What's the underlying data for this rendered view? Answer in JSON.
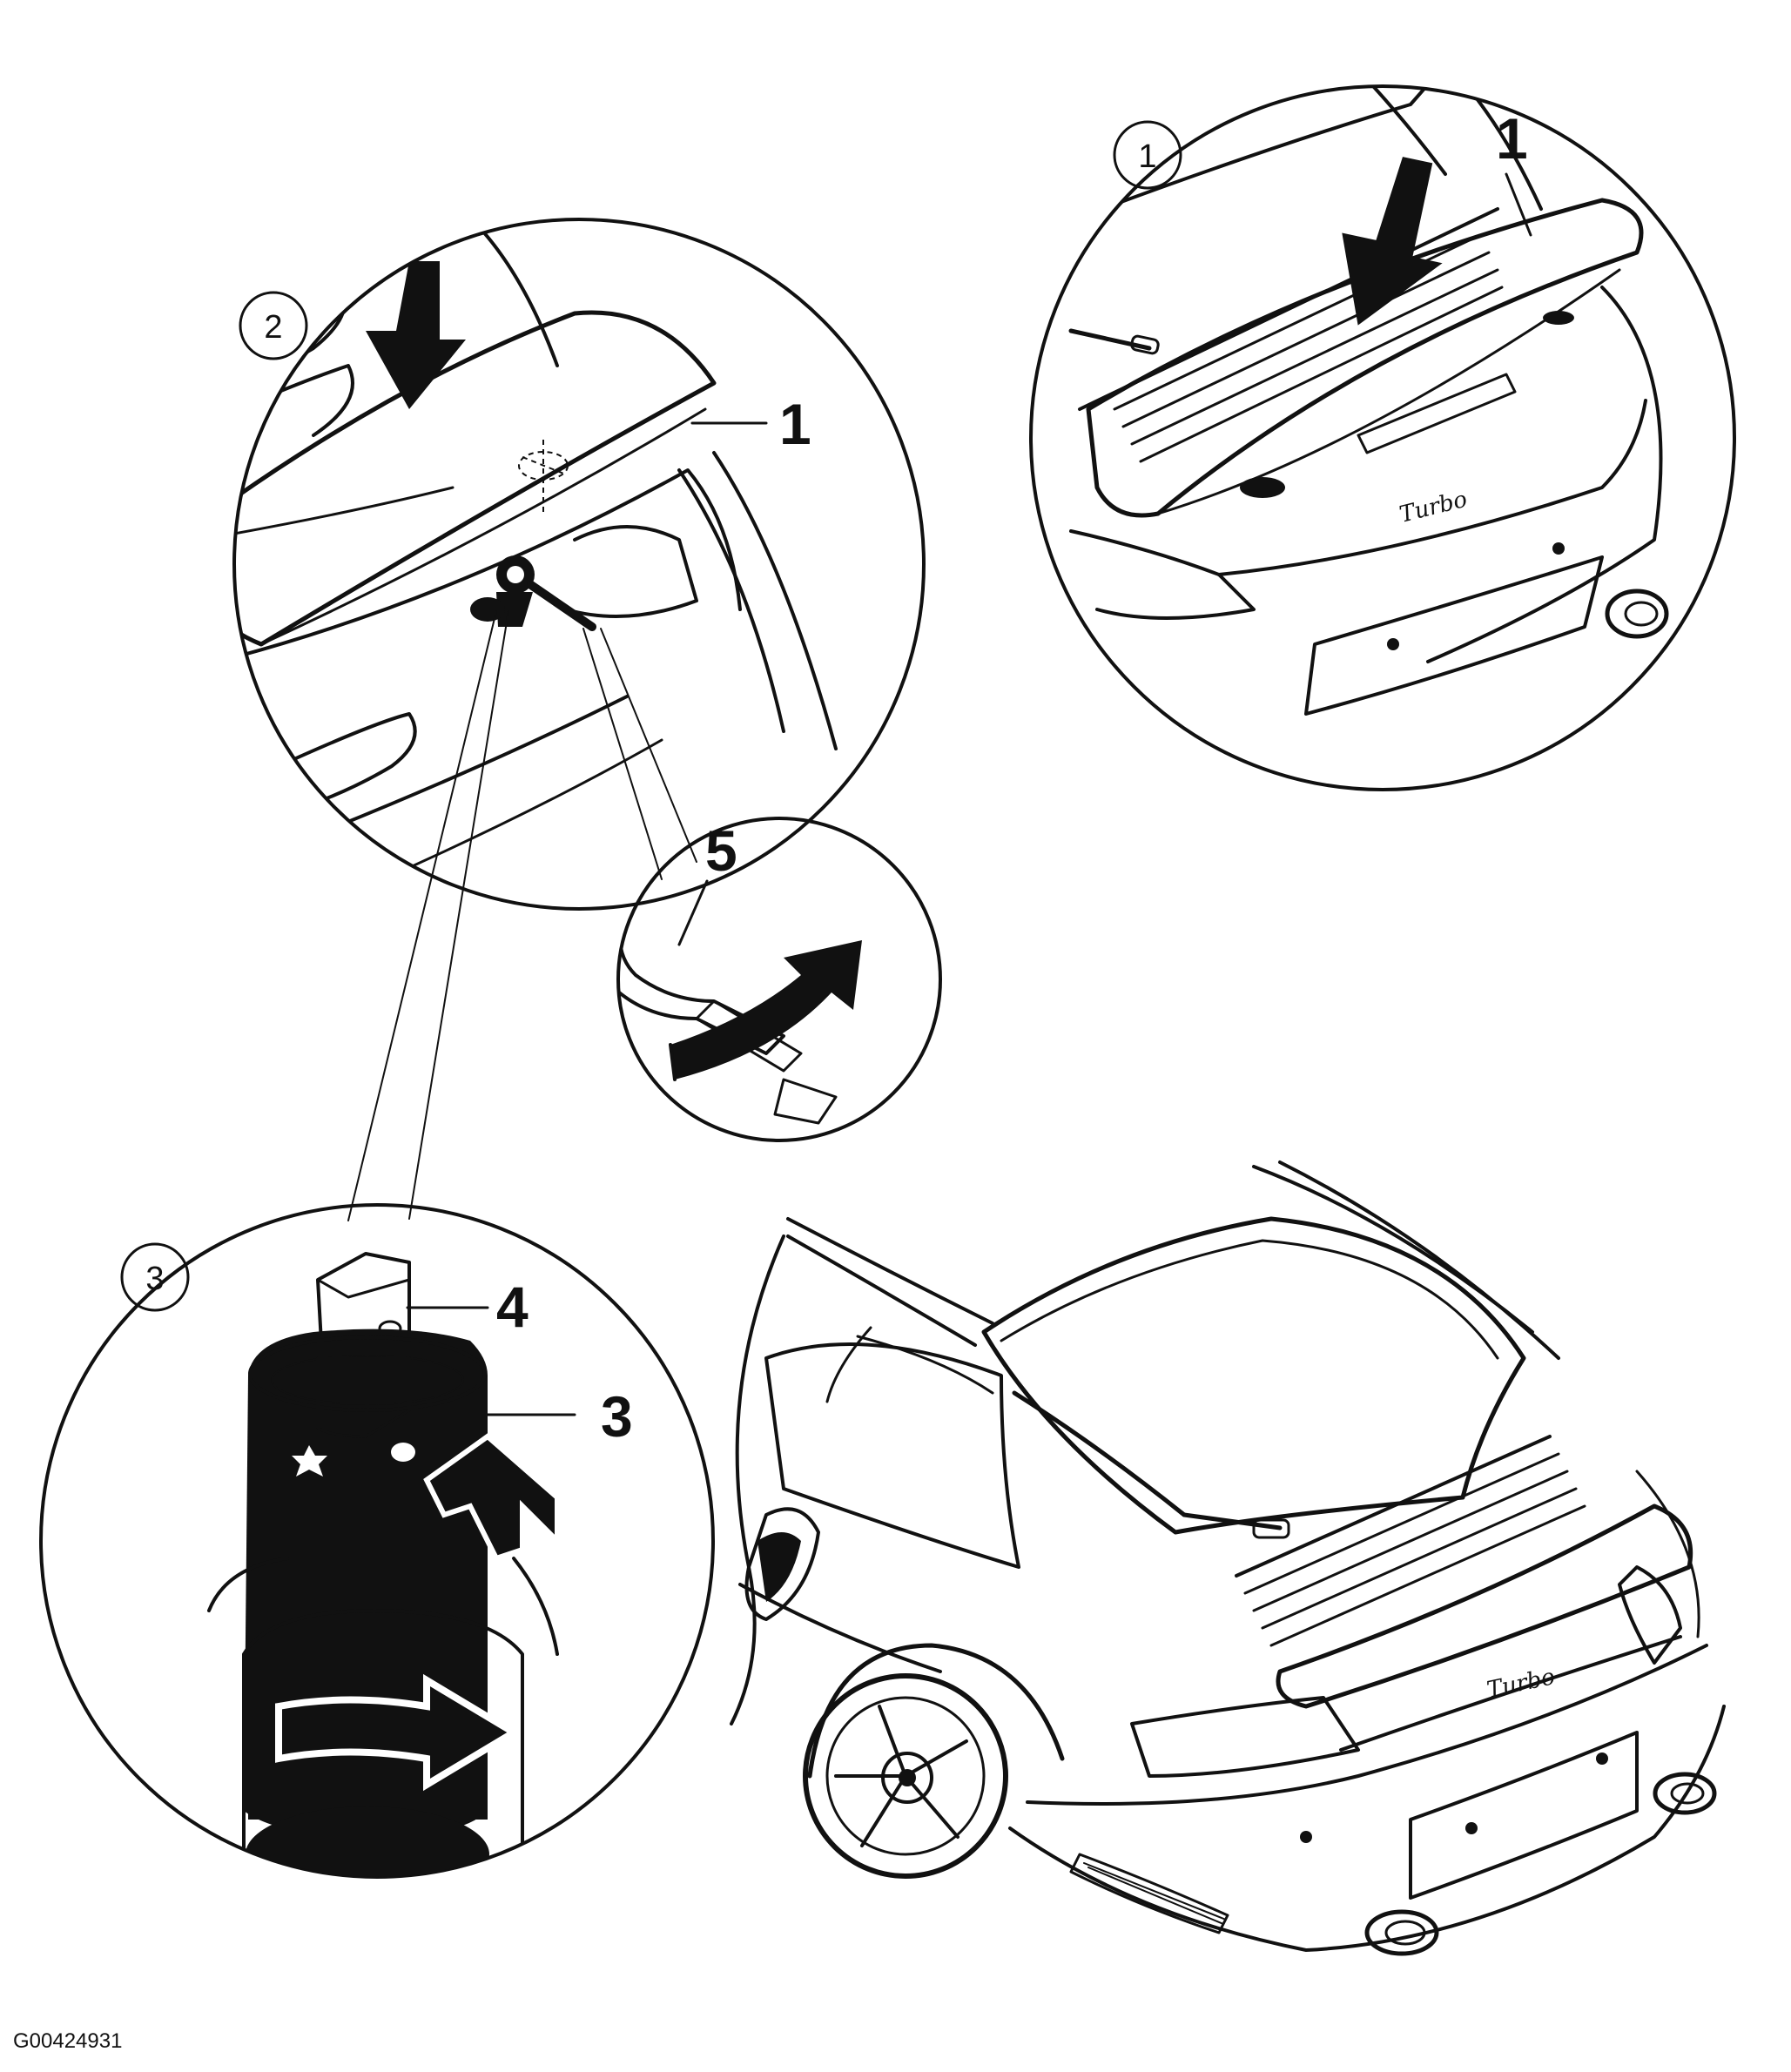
{
  "figure_code": "G00424931",
  "steps": [
    {
      "circle": "1",
      "part_label": "1"
    },
    {
      "circle": "2",
      "part_label": "1"
    },
    {
      "circle": "3",
      "part_labels": [
        "4",
        "3"
      ]
    }
  ],
  "wrench_label": "5",
  "badge_text": "Turbo",
  "colors": {
    "ink": "#111111",
    "paper": "#ffffff",
    "shade": "#888888"
  }
}
